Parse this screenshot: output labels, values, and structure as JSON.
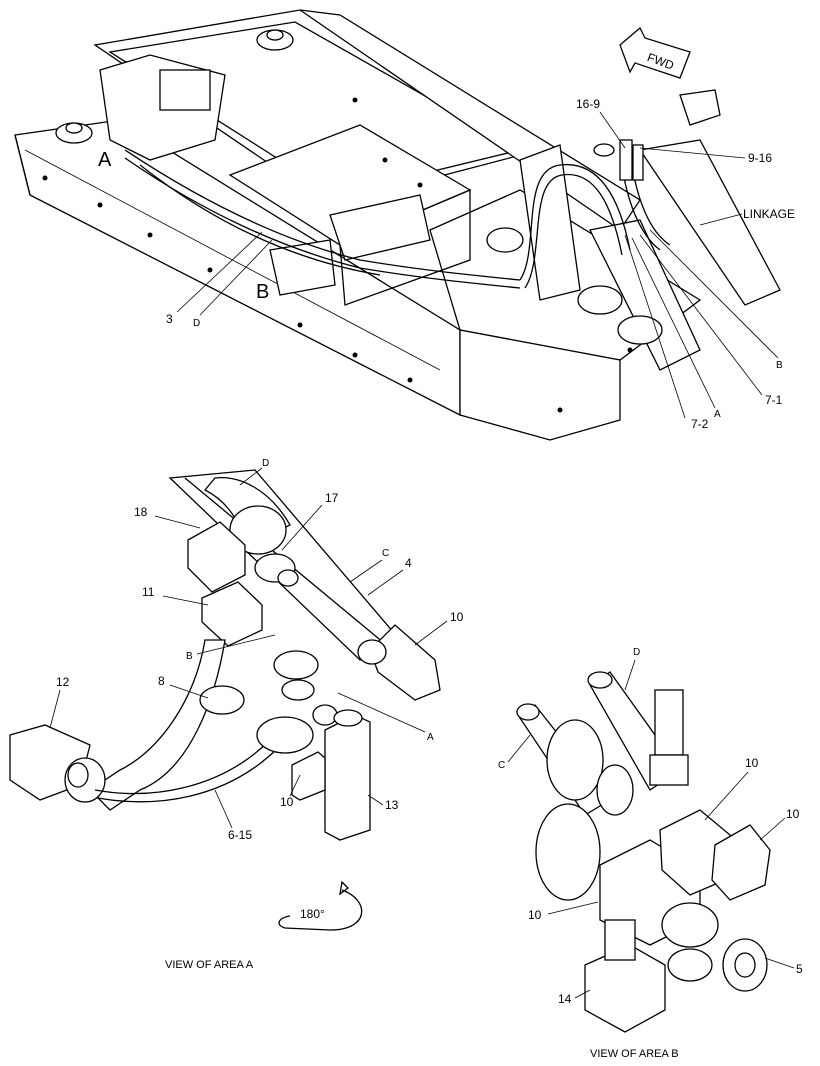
{
  "main_view": {
    "fwd": "FWD",
    "view_letters": {
      "a": "A",
      "b": "B"
    },
    "callouts": {
      "p16_9": "16-9",
      "p9_16": "9-16",
      "linkage": "LINKAGE",
      "b_small": "B",
      "p7_1": "7-1",
      "p7_2": "7-2",
      "a_small": "A",
      "p3": "3",
      "d": "D"
    }
  },
  "view_a": {
    "caption": "VIEW OF AREA A",
    "rotation": "180°",
    "callouts": {
      "d": "D",
      "p17": "17",
      "p18": "18",
      "c": "C",
      "p4": "4",
      "p11": "11",
      "p10a": "10",
      "b": "B",
      "p12": "12",
      "p8": "8",
      "a": "A",
      "p10b": "10",
      "p13": "13",
      "p6_15": "6-15"
    }
  },
  "view_b": {
    "caption": "VIEW OF AREA B",
    "callouts": {
      "d": "D",
      "c": "C",
      "p10a": "10",
      "p10b": "10",
      "p10c": "10",
      "p5": "5",
      "p14": "14"
    }
  }
}
